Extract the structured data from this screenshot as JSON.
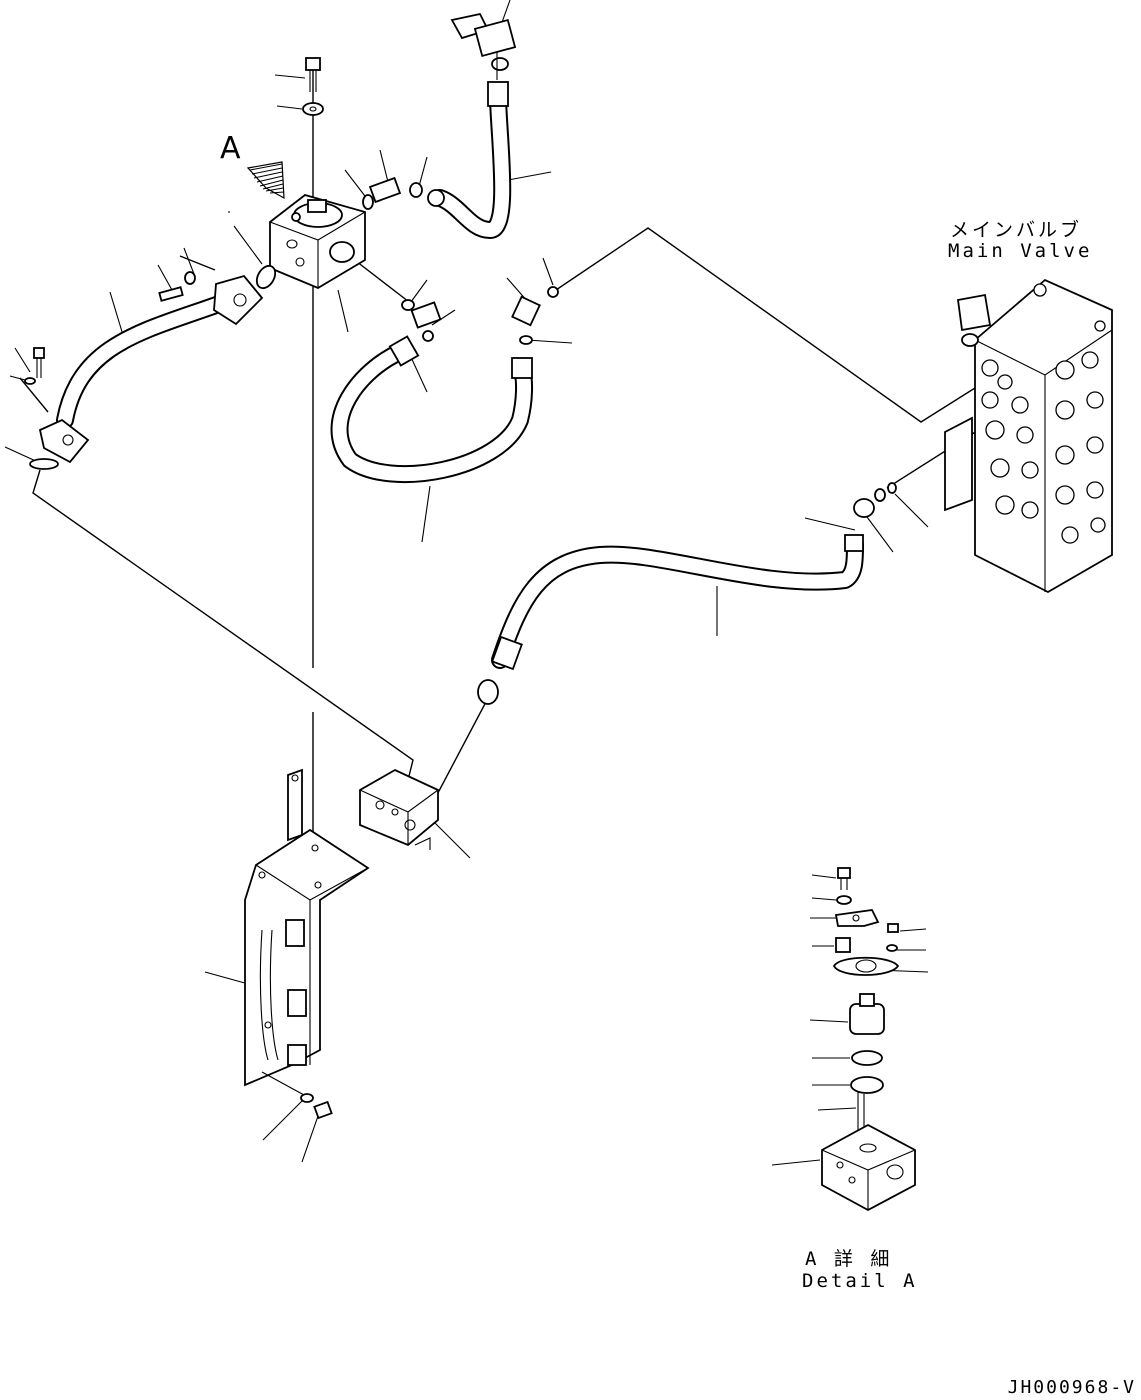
{
  "labels": {
    "main_valve_jp": "メインバルブ",
    "main_valve_en": "Main Valve",
    "view_marker": "A",
    "detail_jp": "A 詳 細",
    "detail_en": "Detail A",
    "drawing_code": "JH000968-V"
  }
}
